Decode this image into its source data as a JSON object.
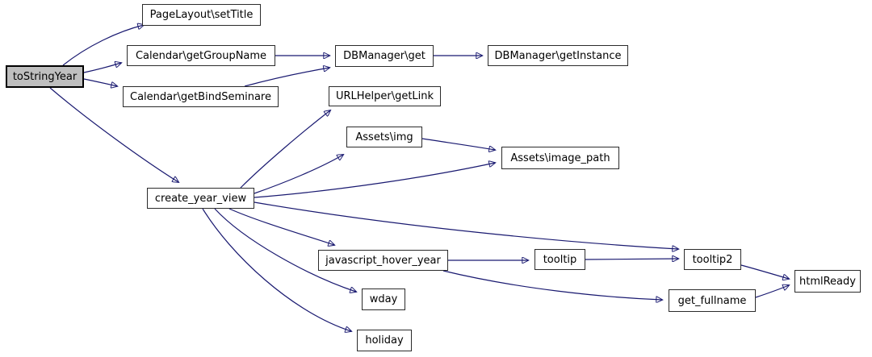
{
  "diagram": {
    "type": "call-graph",
    "focus_node": "toStringYear",
    "colors": {
      "background": "#ffffff",
      "edge": "#191970",
      "node_fill": "#ffffff",
      "node_border": "#2b2b2b",
      "focus_node_fill": "#bfbfbf",
      "text": "#000000"
    },
    "nodes": [
      {
        "id": "toStringYear",
        "label": "toStringYear"
      },
      {
        "id": "pagelayout-settitle",
        "label": "PageLayout\\setTitle"
      },
      {
        "id": "calendar-getgroupname",
        "label": "Calendar\\getGroupName"
      },
      {
        "id": "calendar-getbindseminare",
        "label": "Calendar\\getBindSeminare"
      },
      {
        "id": "dbmanager-get",
        "label": "DBManager\\get"
      },
      {
        "id": "dbmanager-getinstance",
        "label": "DBManager\\getInstance"
      },
      {
        "id": "urlhelper-getlink",
        "label": "URLHelper\\getLink"
      },
      {
        "id": "assets-img",
        "label": "Assets\\img"
      },
      {
        "id": "assets-image-path",
        "label": "Assets\\image_path"
      },
      {
        "id": "create-year-view",
        "label": "create_year_view"
      },
      {
        "id": "javascript-hover-year",
        "label": "javascript_hover_year"
      },
      {
        "id": "tooltip",
        "label": "tooltip"
      },
      {
        "id": "tooltip2",
        "label": "tooltip2"
      },
      {
        "id": "htmlready",
        "label": "htmlReady"
      },
      {
        "id": "get-fullname",
        "label": "get_fullname"
      },
      {
        "id": "wday",
        "label": "wday"
      },
      {
        "id": "holiday",
        "label": "holiday"
      }
    ],
    "edges": [
      {
        "from": "toStringYear",
        "to": "PageLayout\\setTitle"
      },
      {
        "from": "toStringYear",
        "to": "Calendar\\getGroupName"
      },
      {
        "from": "toStringYear",
        "to": "Calendar\\getBindSeminare"
      },
      {
        "from": "toStringYear",
        "to": "create_year_view"
      },
      {
        "from": "Calendar\\getGroupName",
        "to": "DBManager\\get"
      },
      {
        "from": "Calendar\\getBindSeminare",
        "to": "DBManager\\get"
      },
      {
        "from": "DBManager\\get",
        "to": "DBManager\\getInstance"
      },
      {
        "from": "create_year_view",
        "to": "URLHelper\\getLink"
      },
      {
        "from": "create_year_view",
        "to": "Assets\\img"
      },
      {
        "from": "create_year_view",
        "to": "Assets\\image_path"
      },
      {
        "from": "Assets\\img",
        "to": "Assets\\image_path"
      },
      {
        "from": "create_year_view",
        "to": "tooltip2"
      },
      {
        "from": "create_year_view",
        "to": "javascript_hover_year"
      },
      {
        "from": "create_year_view",
        "to": "wday"
      },
      {
        "from": "create_year_view",
        "to": "holiday"
      },
      {
        "from": "javascript_hover_year",
        "to": "tooltip"
      },
      {
        "from": "javascript_hover_year",
        "to": "get_fullname"
      },
      {
        "from": "tooltip",
        "to": "tooltip2"
      },
      {
        "from": "tooltip2",
        "to": "htmlReady"
      },
      {
        "from": "get_fullname",
        "to": "htmlReady"
      }
    ]
  }
}
